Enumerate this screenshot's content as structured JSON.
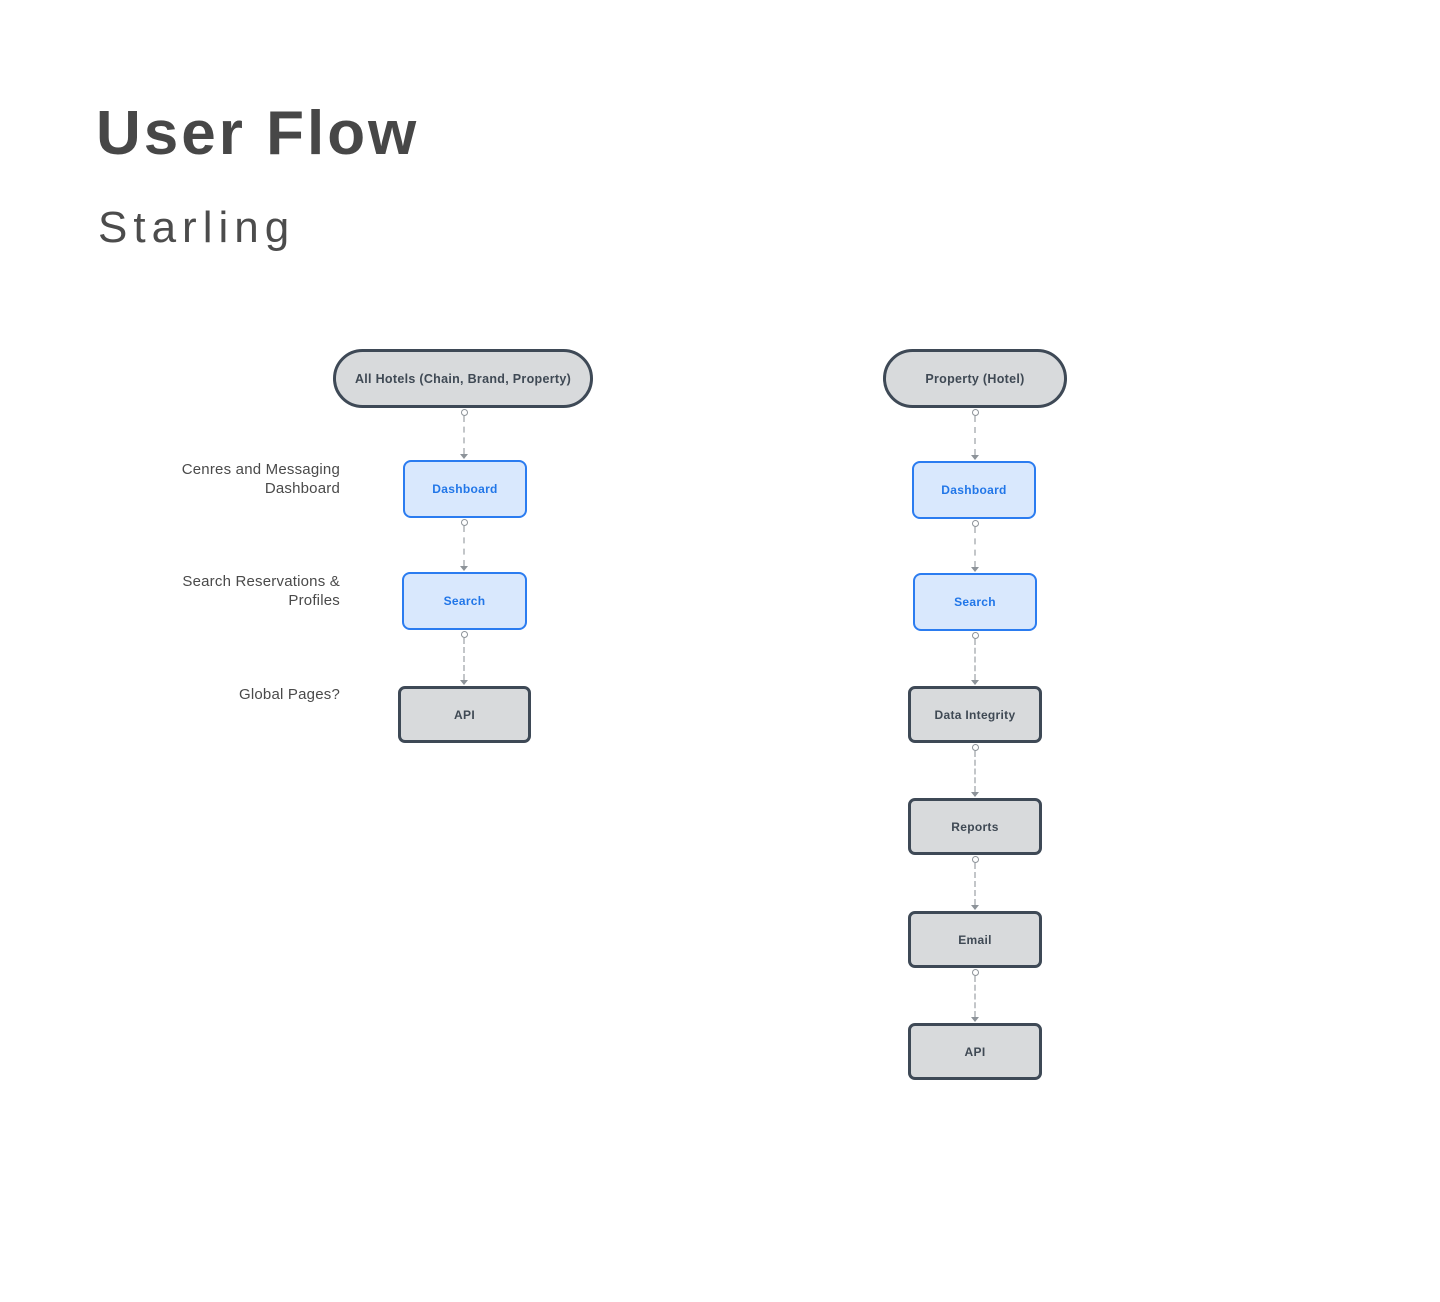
{
  "header": {
    "title": "User Flow",
    "subtitle": "Starling"
  },
  "side_labels": [
    {
      "lines": [
        "Cenres and Messaging",
        "Dashboard"
      ]
    },
    {
      "lines": [
        "Search Reservations &",
        "Profiles"
      ]
    },
    {
      "lines": [
        "Global Pages?"
      ]
    }
  ],
  "flows": [
    {
      "root": "All Hotels (Chain, Brand, Property)",
      "nodes": [
        {
          "label": "Dashboard",
          "type": "highlighted"
        },
        {
          "label": "Search",
          "type": "highlighted"
        },
        {
          "label": "API",
          "type": "default"
        }
      ]
    },
    {
      "root": "Property (Hotel)",
      "nodes": [
        {
          "label": "Dashboard",
          "type": "highlighted"
        },
        {
          "label": "Search",
          "type": "highlighted"
        },
        {
          "label": "Data Integrity",
          "type": "default"
        },
        {
          "label": "Reports",
          "type": "default"
        },
        {
          "label": "Email",
          "type": "default"
        },
        {
          "label": "API",
          "type": "default"
        }
      ]
    }
  ],
  "colors": {
    "title": "#474747",
    "subtitle": "#4c4c4c",
    "label": "#4a4a4a",
    "darkborder": "#3e4956",
    "darktext": "#3f4954",
    "grayfill": "#d8dadc",
    "accentborder": "#2b7cf0",
    "accentfill": "#d9e8fd",
    "accenttext": "#2176e8",
    "connector": "#c3c6c9",
    "connectordot": "#8d9399"
  }
}
